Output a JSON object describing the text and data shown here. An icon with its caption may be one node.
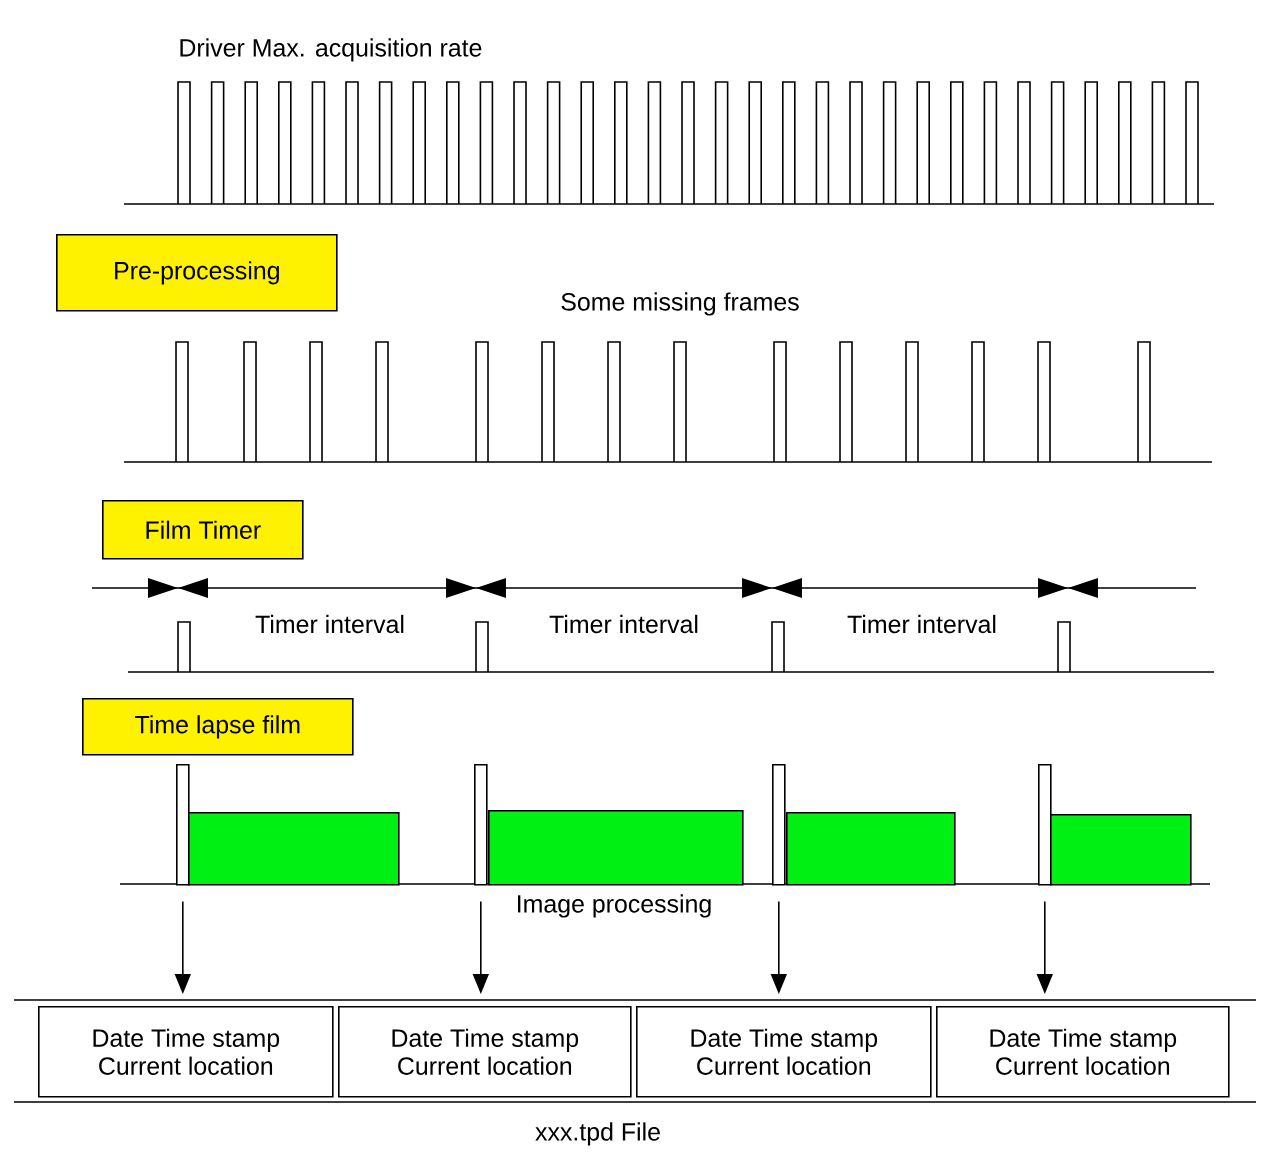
{
  "diagram": {
    "nodes": [
      {
        "text": [
          "Pre-processing"
        ]
      },
      {
        "text": [
          "Film Timer"
        ]
      },
      {
        "text": [
          "Time lapse film"
        ]
      },
      {
        "text": [],
        "shape": "bar"
      },
      {
        "text": [],
        "shape": "bar"
      },
      {
        "text": [],
        "shape": "bar"
      },
      {
        "text": [],
        "shape": "bar"
      },
      {
        "text": [],
        "shape": "box"
      },
      {
        "text": [],
        "shape": "box"
      },
      {
        "text": [],
        "shape": "box"
      },
      {
        "text": [],
        "shape": "box"
      },
      {
        "text": [
          "Date Time stamp",
          "Current location"
        ]
      },
      {
        "text": [
          "Date Time stamp",
          "Current location"
        ]
      },
      {
        "text": [
          "Date Time stamp",
          "Current location"
        ]
      },
      {
        "text": [
          "Date Time stamp",
          "Current location"
        ]
      }
    ],
    "edges": [
      {
        "from": 3,
        "to": 11,
        "arrow": "to"
      },
      {
        "from": 4,
        "to": 12,
        "arrow": "to"
      },
      {
        "from": 5,
        "to": 13,
        "arrow": "to"
      },
      {
        "from": 6,
        "to": 14,
        "arrow": "to"
      }
    ],
    "labels": [
      "Driver Max. acquisition rate",
      "Some missing frames",
      "Timer interval",
      "Timer interval",
      "Timer interval",
      "Image processing",
      "xxx.tpd File"
    ]
  }
}
